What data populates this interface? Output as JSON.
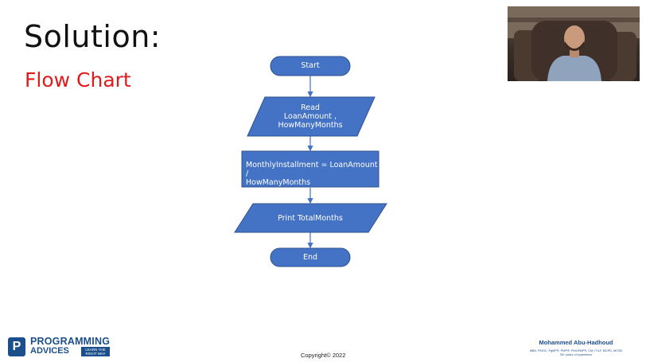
{
  "slide": {
    "title": "Solution:",
    "subtitle": "Flow Chart",
    "copyright": "Copyright© 2022"
  },
  "flowchart": {
    "nodes": [
      {
        "id": "start",
        "shape": "terminator",
        "lines": [
          "Start"
        ]
      },
      {
        "id": "read",
        "shape": "parallelogram",
        "lines": [
          "Read",
          "LoanAmount ,",
          "HowManyMonths"
        ]
      },
      {
        "id": "process",
        "shape": "rectangle",
        "lines": [
          "MonthlyInstallment = LoanAmount /",
          "HowManyMonths"
        ]
      },
      {
        "id": "print",
        "shape": "parallelogram",
        "lines": [
          "Print TotalMonths"
        ]
      },
      {
        "id": "end",
        "shape": "terminator",
        "lines": [
          "End"
        ]
      }
    ],
    "colors": {
      "fill": "#4472c4",
      "stroke": "#2f528f",
      "arrow": "#4472c4",
      "text": "#ffffff"
    }
  },
  "branding": {
    "logo_line1": "PROGRAMMING",
    "logo_line2": "ADVICES",
    "logo_tagline": "LEARN THE RIGHT WAY",
    "author_name": "Mohammed Abu-Hadhoud",
    "author_credentials": "MBA, PMOC, PgMP®, PMP®, PMI-RMP®, CM, ITILF, MCPD, MCSD",
    "author_experience": "26+ years of experience",
    "brand_color": "#1b4f8c"
  },
  "webcam": {
    "icon": "presenter-webcam"
  }
}
